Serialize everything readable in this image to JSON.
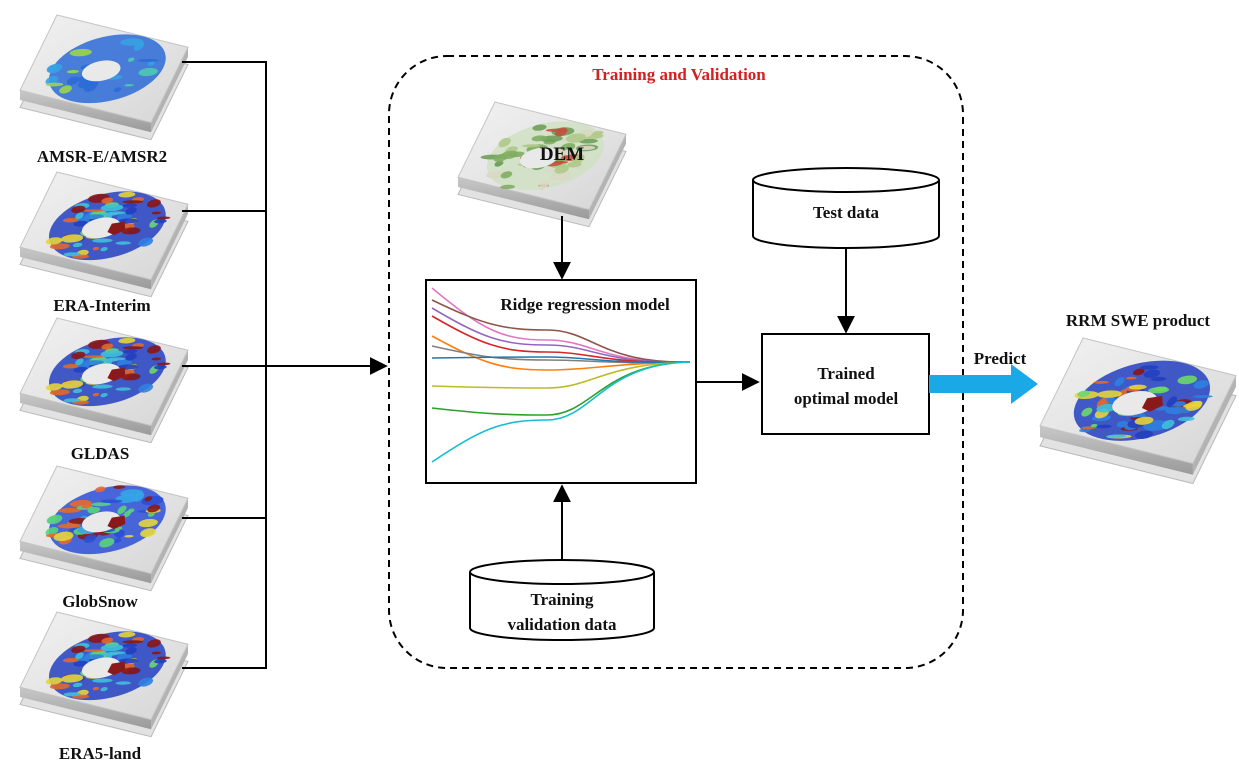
{
  "inputs": [
    {
      "label": "AMSR-E/AMSR2",
      "map_style": "sparse"
    },
    {
      "label": "ERA-Interim",
      "map_style": "dense"
    },
    {
      "label": "GLDAS",
      "map_style": "dense"
    },
    {
      "label": "GlobSnow",
      "map_style": "medium"
    },
    {
      "label": "ERA5-land",
      "map_style": "dense"
    }
  ],
  "training": {
    "title": "Training and Validation",
    "title_color": "#d42020",
    "dem_label": "DEM",
    "model_label": "Ridge regression model",
    "train_data_label_line1": "Training",
    "train_data_label_line2": "validation data",
    "test_data_label": "Test data",
    "trained_label_line1": "Trained",
    "trained_label_line2": "optimal model"
  },
  "output": {
    "predict_label": "Predict",
    "product_label": "RRM SWE product",
    "arrow_color": "#1aa9e6"
  },
  "ridge_paths": [
    {
      "color": "#e377c2"
    },
    {
      "color": "#8c564b"
    },
    {
      "color": "#9467bd"
    },
    {
      "color": "#d62728"
    },
    {
      "color": "#ff7f0e"
    },
    {
      "color": "#7f7f7f"
    },
    {
      "color": "#1f77b4"
    },
    {
      "color": "#bcbd22"
    },
    {
      "color": "#2ca02c"
    },
    {
      "color": "#17becf"
    }
  ]
}
